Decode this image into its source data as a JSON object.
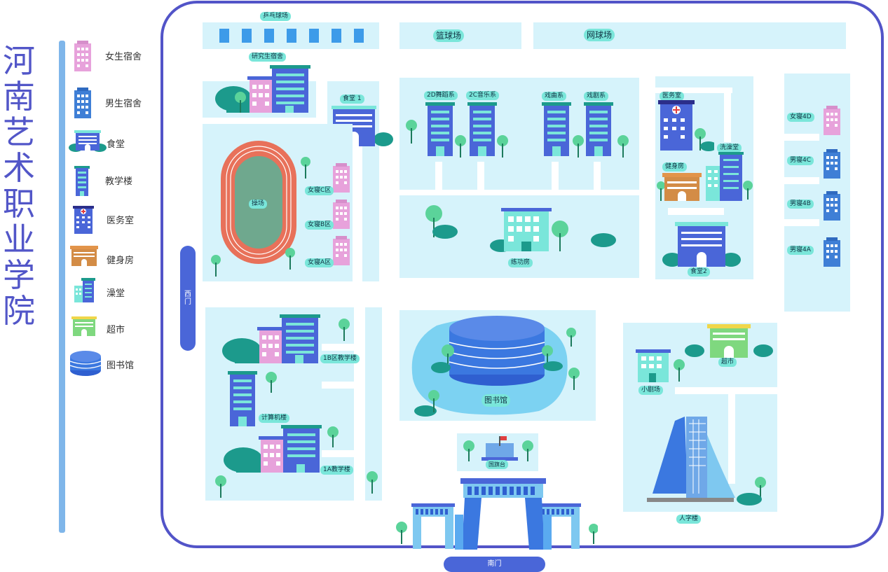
{
  "title": "河南艺术职业学院",
  "legend": [
    {
      "icon": "girls-dorm-icon",
      "label": "女生宿舍"
    },
    {
      "icon": "boys-dorm-icon",
      "label": "男生宿舍"
    },
    {
      "icon": "canteen-icon",
      "label": "食堂"
    },
    {
      "icon": "teaching-building-icon",
      "label": "教学楼"
    },
    {
      "icon": "clinic-icon",
      "label": "医务室"
    },
    {
      "icon": "gym-icon",
      "label": "健身房"
    },
    {
      "icon": "bathhouse-icon",
      "label": "澡堂"
    },
    {
      "icon": "supermarket-icon",
      "label": "超市"
    },
    {
      "icon": "library-icon",
      "label": "图书馆"
    }
  ],
  "places": {
    "table_tennis": "乒乓球场",
    "basketball": "篮球场",
    "tennis": "网球场",
    "grad_dorm": "研究生宿舍",
    "canteen1": "食堂 1",
    "dance": "2D舞蹈系",
    "music": "2C音乐系",
    "opera": "戏曲系",
    "drama": "戏剧系",
    "clinic": "医务室",
    "bath": "洗澡堂",
    "gym": "健身房",
    "canteen2": "食堂2",
    "f4d": "女寝4D",
    "m4c": "男寝4C",
    "m4b": "男寝4B",
    "m4a": "男寝4A",
    "playground": "操场",
    "fc": "女寝C区",
    "fb": "女寝B区",
    "fa": "女寝A区",
    "practice": "练功房",
    "west_gate": "西门",
    "b1": "1B区教学楼",
    "computer": "计算机楼",
    "a1": "1A教学楼",
    "library": "图书馆",
    "flag": "国旗台",
    "supermarket": "超市",
    "theater": "小剧场",
    "renzi": "人字楼",
    "south_gate": "南门"
  },
  "colors": {
    "accent": "#5254c8",
    "zone": "#d6f3fb",
    "tag": "#7ae6da",
    "gate": "#4a66d8"
  }
}
